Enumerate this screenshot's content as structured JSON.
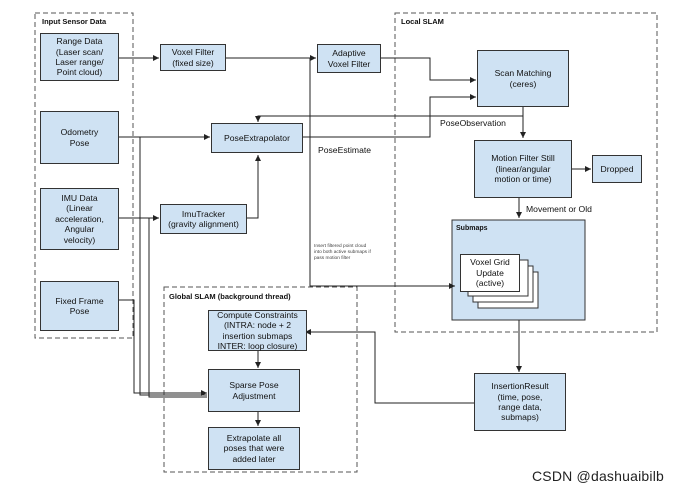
{
  "groups": {
    "input": "Input Sensor Data",
    "local": "Local SLAM",
    "global": "Global SLAM (background thread)",
    "submaps": "Submaps"
  },
  "nodes": {
    "range_data": "Range Data\n(Laser scan/\nLaser range/\nPoint cloud)",
    "odometry": "Odometry\nPose",
    "imu_data": "IMU Data\n(Linear\nacceleration,\nAngular\nvelocity)",
    "fixed_frame": "Fixed Frame\nPose",
    "voxel_filter": "Voxel Filter\n(fixed size)",
    "adaptive_voxel": "Adaptive\nVoxel Filter",
    "pose_extrapolator": "PoseExtrapolator",
    "imu_tracker": "ImuTracker\n(gravity alignment)",
    "scan_matching": "Scan Matching\n(ceres)",
    "motion_filter": "Motion Filter Still\n(linear/angular\nmotion or time)",
    "dropped": "Dropped",
    "voxel_grid": "Voxel Grid\nUpdate\n(active)",
    "compute_constraints": "Compute Constraints\n(INTRA: node + 2\ninsertion submaps\nINTER: loop closure)",
    "sparse_pose": "Sparse Pose\nAdjustment",
    "extrapolate_all": "Extrapolate all\nposes that were\nadded later",
    "insertion_result": "InsertionResult\n(time, pose,\nrange data,\nsubmaps)"
  },
  "edge_labels": {
    "pose_observation": "PoseObservation",
    "pose_estimate": "PoseEstimate",
    "movement_or_old": "Movement or Old",
    "insert_note": "Insert filtered point cloud\ninto both active submaps if\npass motion filter"
  },
  "watermark": "CSDN @dashuaibilb"
}
